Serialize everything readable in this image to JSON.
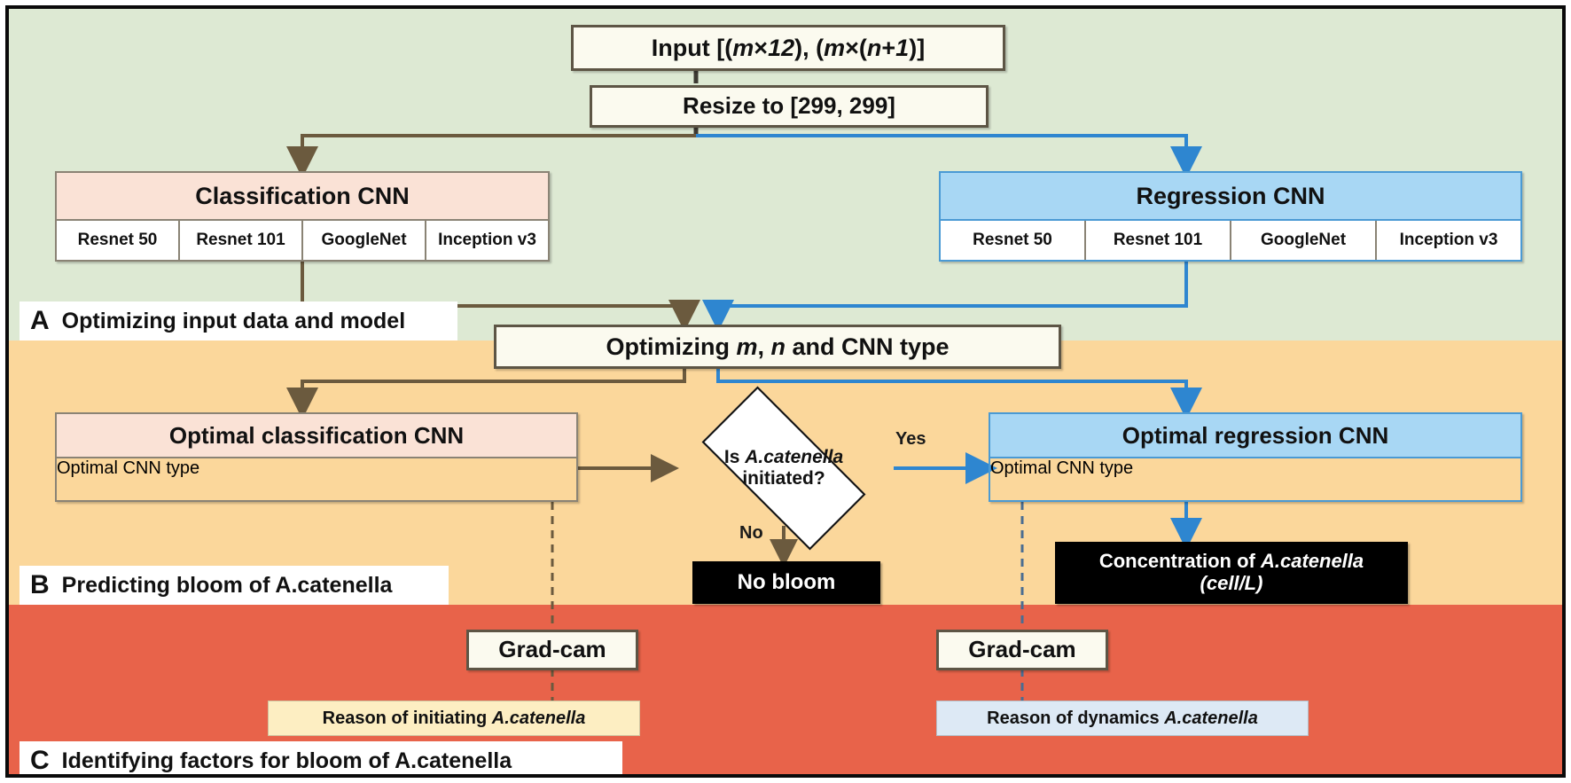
{
  "figure": {
    "title": "CNN workflow for predicting A.catenella bloom",
    "sections": [
      {
        "letter": "A",
        "caption": "Optimizing input data and model"
      },
      {
        "letter": "B",
        "caption": "Predicting bloom of A.catenella"
      },
      {
        "letter": "C",
        "caption": "Identifying factors for bloom of A.catenella"
      }
    ],
    "colors": {
      "band_a": "#dde9d3",
      "band_b": "#fbd79b",
      "band_c": "#e8634a",
      "classification_header": "#fae2d6",
      "regression_header": "#a8d7f4",
      "classification_arrow": "#6b5a3e",
      "regression_arrow": "#2e86d0",
      "terminal_box": "#000000",
      "reason_warm": "#fdeec2",
      "reason_cool": "#dde9f5"
    }
  },
  "nodes": {
    "input": "Input [(m×12), (m×(n+1)]",
    "resize": "Resize to [299, 299]",
    "classification_cnn": {
      "title": "Classification CNN",
      "models": [
        "Resnet 50",
        "Resnet 101",
        "GoogleNet",
        "Inception v3"
      ]
    },
    "regression_cnn": {
      "title": "Regression CNN",
      "models": [
        "Resnet 50",
        "Resnet 101",
        "GoogleNet",
        "Inception v3"
      ]
    },
    "optimizing": "Optimizing m, n and CNN type",
    "optimal_classification": {
      "title": "Optimal classification CNN",
      "subtitle": "Optimal CNN type"
    },
    "optimal_regression": {
      "title": "Optimal regression CNN",
      "subtitle": "Optimal CNN type"
    },
    "decision": {
      "line1": "Is A.catenella",
      "line2": "initiated?",
      "yes": "Yes",
      "no": "No"
    },
    "no_bloom": "No bloom",
    "concentration": {
      "line1": "Concentration of A.catenella",
      "line2": "(cell/L)"
    },
    "gradcam_left": "Grad-cam",
    "gradcam_right": "Grad-cam",
    "reason_left": "Reason of initiating A.catenella",
    "reason_right": "Reason of dynamics A.catenella"
  }
}
